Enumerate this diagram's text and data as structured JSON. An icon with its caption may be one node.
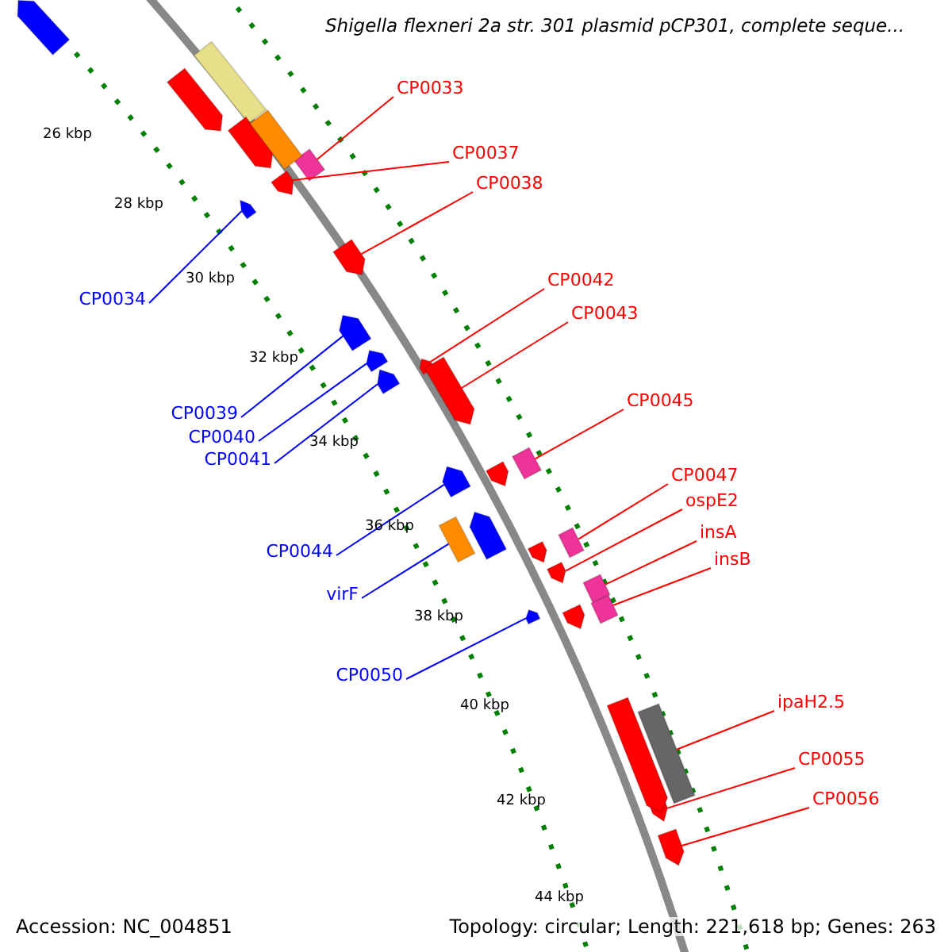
{
  "diagram": {
    "title": "Shigella flexneri 2a str. 301 plasmid pCP301, complete seque...",
    "nodes": [
      {
        "text": [
          "CP0033"
        ]
      },
      {
        "text": [
          "CP0037"
        ]
      },
      {
        "text": [
          "CP0038"
        ]
      },
      {
        "text": [
          "CP0042"
        ]
      },
      {
        "text": [
          "CP0034"
        ]
      },
      {
        "text": [
          "CP0043"
        ]
      },
      {
        "text": [
          "CP0045"
        ]
      },
      {
        "text": [
          "CP0039"
        ]
      },
      {
        "text": [
          "CP0040"
        ]
      },
      {
        "text": [
          "CP0041"
        ]
      },
      {
        "text": [
          "CP0047"
        ]
      },
      {
        "text": [
          "ospE2"
        ]
      },
      {
        "text": [
          "insA"
        ]
      },
      {
        "text": [
          "CP0044"
        ]
      },
      {
        "text": [
          "insB"
        ]
      },
      {
        "text": [
          "virF"
        ]
      },
      {
        "text": [
          "CP0050"
        ]
      },
      {
        "text": [
          "ipaH2.5"
        ]
      },
      {
        "text": [
          "CP0055"
        ]
      },
      {
        "text": [
          "CP0056"
        ]
      },
      {
        "text": [],
        "shape": "box"
      },
      {
        "text": [],
        "shape": "pentagon"
      },
      {
        "text": [],
        "shape": "pentagon"
      },
      {
        "text": [],
        "shape": "pentagon"
      },
      {
        "text": [],
        "shape": "pentagon"
      },
      {
        "text": [],
        "shape": "pentagon"
      },
      {
        "text": [],
        "shape": "box"
      },
      {
        "text": [],
        "shape": "pentagon"
      },
      {
        "text": [],
        "shape": "pentagon"
      },
      {
        "text": [],
        "shape": "pentagon"
      },
      {
        "text": [],
        "shape": "box"
      },
      {
        "text": [],
        "shape": "pentagon"
      },
      {
        "text": [],
        "shape": "box"
      },
      {
        "text": [],
        "shape": "pentagon"
      },
      {
        "text": [],
        "shape": "box"
      },
      {
        "text": [],
        "shape": "box"
      },
      {
        "text": [],
        "shape": "pentagon"
      },
      {
        "text": [],
        "shape": "box"
      },
      {
        "text": [],
        "shape": "pentagon"
      },
      {
        "text": [],
        "shape": "pentagon"
      },
      {
        "text": [],
        "shape": "pentagon"
      },
      {
        "text": [],
        "shape": "pentagon"
      },
      {
        "text": [],
        "shape": "box"
      },
      {
        "text": [],
        "shape": "pentagon"
      },
      {
        "text": [],
        "shape": "box"
      },
      {
        "text": [],
        "shape": "pentagon"
      },
      {
        "text": [],
        "shape": "pentagon"
      },
      {
        "text": [],
        "shape": "pentagon"
      },
      {
        "text": [],
        "shape": "pentagon"
      },
      {
        "text": [],
        "shape": "pentagon"
      }
    ],
    "edges": [
      {
        "from": 0,
        "to": 20,
        "arrow": "none"
      },
      {
        "from": 1,
        "to": 21,
        "arrow": "none"
      },
      {
        "from": 2,
        "to": 22,
        "arrow": "none"
      },
      {
        "from": 3,
        "to": 23,
        "arrow": "none"
      },
      {
        "from": 4,
        "to": 24,
        "arrow": "none",
        "color": "#0000ff"
      },
      {
        "from": 5,
        "to": 25,
        "arrow": "none"
      },
      {
        "from": 6,
        "to": 26,
        "arrow": "none"
      },
      {
        "from": 7,
        "to": 27,
        "arrow": "none",
        "color": "#0000ff"
      },
      {
        "from": 8,
        "to": 28,
        "arrow": "none",
        "color": "#0000ff"
      },
      {
        "from": 9,
        "to": 29,
        "arrow": "none",
        "color": "#0000ff"
      },
      {
        "from": 10,
        "to": 30,
        "arrow": "none"
      },
      {
        "from": 11,
        "to": 31,
        "arrow": "none"
      },
      {
        "from": 12,
        "to": 32,
        "arrow": "none"
      },
      {
        "from": 13,
        "to": 33,
        "arrow": "none",
        "color": "#0000ff"
      },
      {
        "from": 14,
        "to": 34,
        "arrow": "none"
      },
      {
        "from": 15,
        "to": 35,
        "arrow": "none",
        "color": "#0000ff"
      },
      {
        "from": 16,
        "to": 36,
        "arrow": "none",
        "color": "#0000ff"
      },
      {
        "from": 17,
        "to": 37,
        "arrow": "none"
      },
      {
        "from": 18,
        "to": 38,
        "arrow": "none"
      },
      {
        "from": 19,
        "to": 39,
        "arrow": "none"
      }
    ],
    "labels": [
      "26 kbp",
      "28 kbp",
      "30 kbp",
      "32 kbp",
      "34 kbp",
      "36 kbp",
      "38 kbp",
      "40 kbp",
      "42 kbp",
      "44 kbp",
      "Accession: NC_004851",
      "Topology: circular; Length: 221,618 bp; Genes: 263"
    ]
  }
}
